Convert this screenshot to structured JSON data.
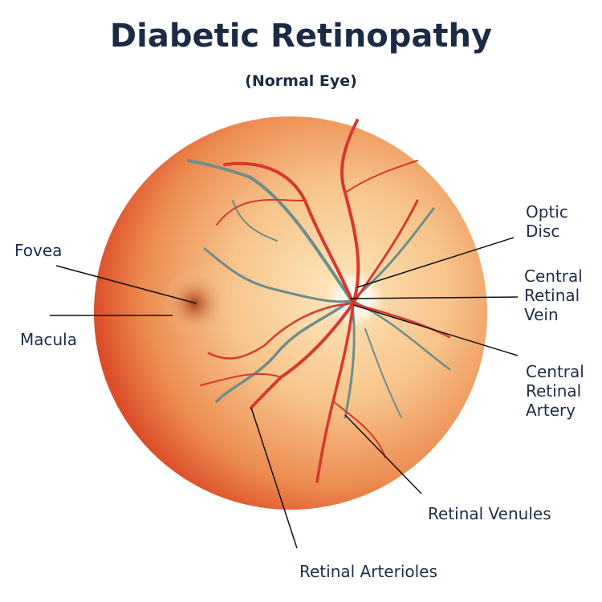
{
  "title": "Diabetic Retinopathy",
  "subtitle": "(Normal Eye)",
  "labels": {
    "fovea": "Fovea",
    "macula": "Macula",
    "optic_disc": [
      "Optic",
      "Disc"
    ],
    "central_retinal_vein": [
      "Central",
      "Retinal",
      "Vein"
    ],
    "central_retinal_artery": [
      "Central",
      "Retinal",
      "Artery"
    ],
    "retinal_venules": "Retinal Venules",
    "retinal_arterioles": "Retinal Arterioles"
  },
  "colors": {
    "title": "#1c2b44",
    "artery": "#d7382f",
    "vein": "#6f8e8b",
    "retina_center": "#fbe0b0",
    "retina_edge": "#e0502a"
  }
}
